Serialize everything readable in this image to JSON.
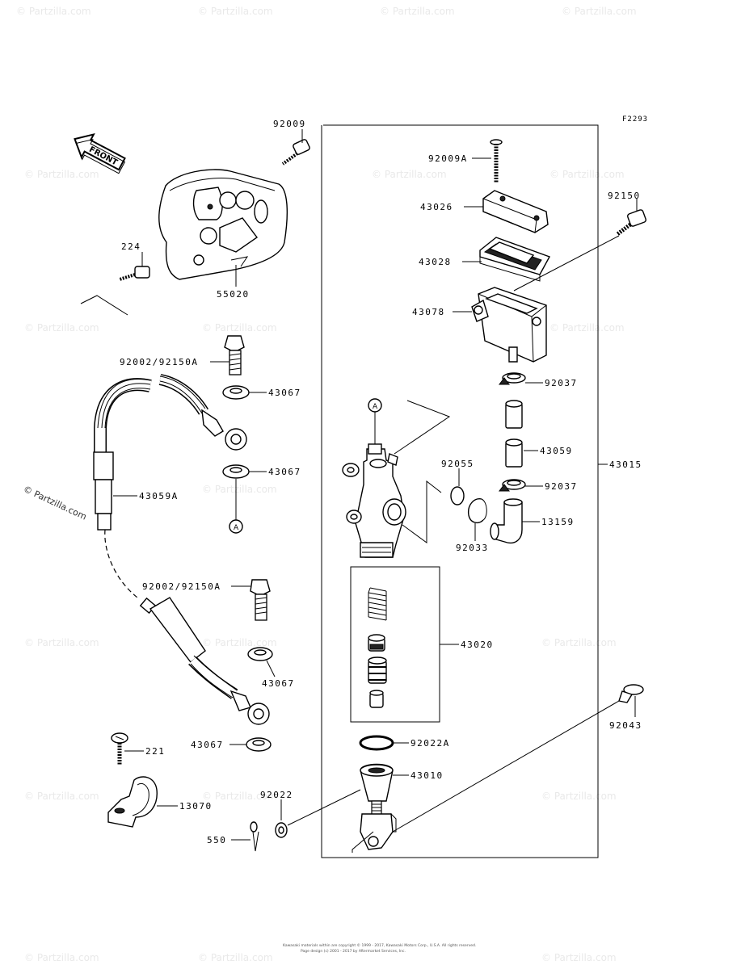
{
  "figure_code": "F2293",
  "front_label": "FRONT",
  "watermark": "© Partzilla.com",
  "copyright_lines": [
    "Kawasaki materials within are copyright © 1999 - 2017, Kawasaki Motors Corp., U.S.A. All rights reserved.",
    "Page design (c) 2001 - 2017 by Aftermarket Services, Inc."
  ],
  "callouts": {
    "c92009": "92009",
    "c224": "224",
    "c55020": "55020",
    "c92002_92150A_top": "92002/92150A",
    "c43067_1": "43067",
    "c43067_2": "43067",
    "c43059A": "43059A",
    "c92002_92150A_bottom": "92002/92150A",
    "c43067_3": "43067",
    "c43067_4": "43067",
    "c221": "221",
    "c13070": "13070",
    "c550": "550",
    "c92022": "92022",
    "c92009A": "92009A",
    "c43026": "43026",
    "c43028": "43028",
    "c43078": "43078",
    "c92150": "92150",
    "c92037_1": "92037",
    "c43059": "43059",
    "c92037_2": "92037",
    "c43015": "43015",
    "c92055": "92055",
    "c13159": "13159",
    "c92033": "92033",
    "c43020": "43020",
    "c92043": "92043",
    "c92022A": "92022A",
    "c43010": "43010"
  },
  "ref_marks": {
    "a1": "A",
    "a2": "A"
  }
}
